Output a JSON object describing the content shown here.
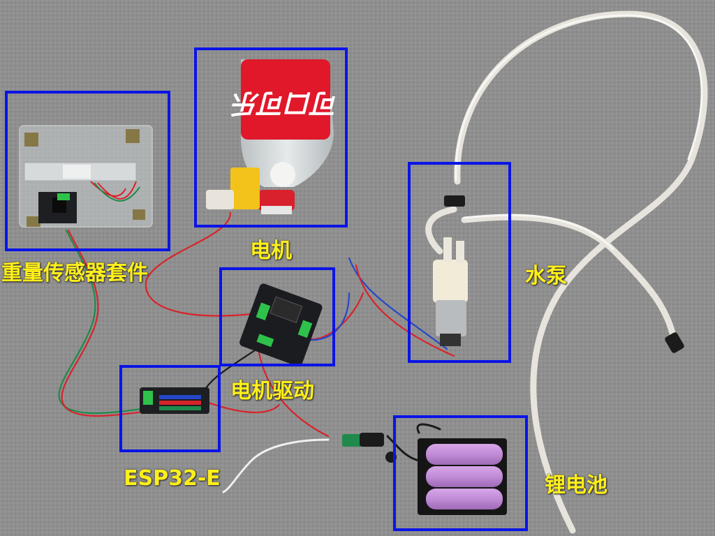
{
  "labels": {
    "weight_sensor": "重量传感器套件",
    "motor": "电机",
    "pump": "水泵",
    "motor_driver": "电机驱动",
    "controller": "ESP32-E",
    "battery": "锂电池"
  },
  "bottle_brand_text": "可口可乐",
  "colors": {
    "background": "#8e8e8e",
    "box_outline": "#0a14e6",
    "label_text": "#ffef1a",
    "wire_red": "#d8232a",
    "wire_green": "#1f8a4c",
    "wire_blue": "#2747c9",
    "bottle_label": "#e0182a",
    "battery_cell": "#c58fd8",
    "tube": "#e8e6df"
  }
}
